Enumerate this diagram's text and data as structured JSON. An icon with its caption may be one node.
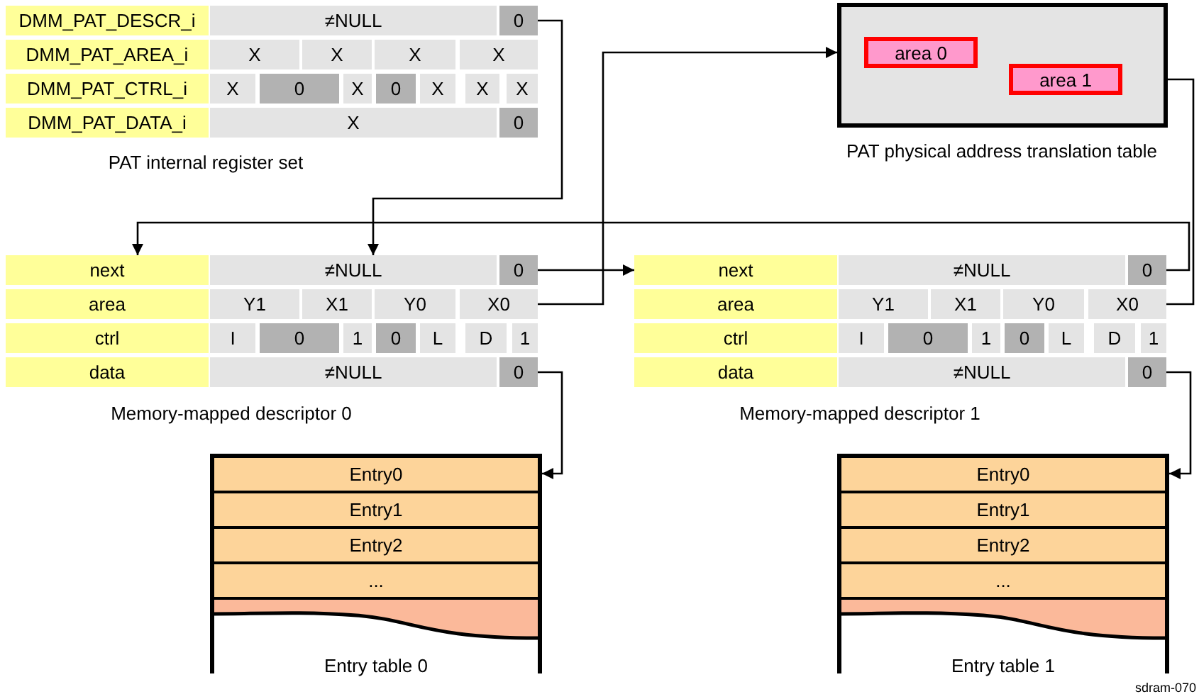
{
  "diagram": {
    "nodes": [
      {
        "text": [],
        "shape": "box",
        "beside": [
          "PAT internal register set"
        ]
      },
      {
        "text": [
          "DMM_PAT_DESCR_i"
        ],
        "in": 0
      },
      {
        "text": [
          "≠NULL"
        ],
        "in": 0
      },
      {
        "text": [
          "0"
        ],
        "in": 0
      },
      {
        "text": [
          "DMM_PAT_AREA_i"
        ],
        "in": 0
      },
      {
        "text": [
          "X"
        ],
        "in": 0
      },
      {
        "text": [
          "X"
        ],
        "in": 0
      },
      {
        "text": [
          "X"
        ],
        "in": 0
      },
      {
        "text": [
          "X"
        ],
        "in": 0
      },
      {
        "text": [
          "DMM_PAT_CTRL_i"
        ],
        "in": 0
      },
      {
        "text": [
          "X"
        ],
        "in": 0
      },
      {
        "text": [
          "0"
        ],
        "in": 0
      },
      {
        "text": [
          "X"
        ],
        "in": 0
      },
      {
        "text": [
          "0"
        ],
        "in": 0
      },
      {
        "text": [
          "X"
        ],
        "in": 0
      },
      {
        "text": [
          "X"
        ],
        "in": 0
      },
      {
        "text": [
          "X"
        ],
        "in": 0
      },
      {
        "text": [
          "DMM_PAT_DATA_i"
        ],
        "in": 0
      },
      {
        "text": [
          "X"
        ],
        "in": 0
      },
      {
        "text": [
          "0"
        ],
        "in": 0
      },
      {
        "text": [],
        "shape": "box",
        "beside": [
          "PAT physical address translation table"
        ]
      },
      {
        "text": [
          "area 0"
        ],
        "in": 20
      },
      {
        "text": [
          "area 1"
        ],
        "in": 20
      },
      {
        "text": [],
        "shape": "box",
        "beside": [
          "Memory-mapped descriptor 0"
        ]
      },
      {
        "text": [
          "next"
        ],
        "in": 23
      },
      {
        "text": [
          "≠NULL"
        ],
        "in": 23
      },
      {
        "text": [
          "0"
        ],
        "in": 23
      },
      {
        "text": [
          "area"
        ],
        "in": 23
      },
      {
        "text": [
          "Y1"
        ],
        "in": 23
      },
      {
        "text": [
          "X1"
        ],
        "in": 23
      },
      {
        "text": [
          "Y0"
        ],
        "in": 23
      },
      {
        "text": [
          "X0"
        ],
        "in": 23
      },
      {
        "text": [
          "ctrl"
        ],
        "in": 23
      },
      {
        "text": [
          "I"
        ],
        "in": 23
      },
      {
        "text": [
          "0"
        ],
        "in": 23
      },
      {
        "text": [
          "1"
        ],
        "in": 23
      },
      {
        "text": [
          "0"
        ],
        "in": 23
      },
      {
        "text": [
          "L"
        ],
        "in": 23
      },
      {
        "text": [
          "D"
        ],
        "in": 23
      },
      {
        "text": [
          "1"
        ],
        "in": 23
      },
      {
        "text": [
          "data"
        ],
        "in": 23
      },
      {
        "text": [
          "≠NULL"
        ],
        "in": 23
      },
      {
        "text": [
          "0"
        ],
        "in": 23
      },
      {
        "text": [],
        "shape": "box",
        "beside": [
          "Memory-mapped descriptor 1"
        ]
      },
      {
        "text": [
          "next"
        ],
        "in": 43
      },
      {
        "text": [
          "≠NULL"
        ],
        "in": 43
      },
      {
        "text": [
          "0"
        ],
        "in": 43
      },
      {
        "text": [
          "area"
        ],
        "in": 43
      },
      {
        "text": [
          "Y1"
        ],
        "in": 43
      },
      {
        "text": [
          "X1"
        ],
        "in": 43
      },
      {
        "text": [
          "Y0"
        ],
        "in": 43
      },
      {
        "text": [
          "X0"
        ],
        "in": 43
      },
      {
        "text": [
          "ctrl"
        ],
        "in": 43
      },
      {
        "text": [
          "I"
        ],
        "in": 43
      },
      {
        "text": [
          "0"
        ],
        "in": 43
      },
      {
        "text": [
          "1"
        ],
        "in": 43
      },
      {
        "text": [
          "0"
        ],
        "in": 43
      },
      {
        "text": [
          "L"
        ],
        "in": 43
      },
      {
        "text": [
          "D"
        ],
        "in": 43
      },
      {
        "text": [
          "1"
        ],
        "in": 43
      },
      {
        "text": [
          "data"
        ],
        "in": 43
      },
      {
        "text": [
          "≠NULL"
        ],
        "in": 43
      },
      {
        "text": [
          "0"
        ],
        "in": 43
      },
      {
        "text": [],
        "shape": "box",
        "beside": [
          "Entry table 0"
        ]
      },
      {
        "text": [
          "Entry0"
        ],
        "in": 63
      },
      {
        "text": [
          "Entry1"
        ],
        "in": 63
      },
      {
        "text": [
          "Entry2"
        ],
        "in": 63
      },
      {
        "text": [
          "..."
        ],
        "in": 63
      },
      {
        "text": [],
        "shape": "box",
        "beside": [
          "Entry table 1"
        ]
      },
      {
        "text": [
          "Entry0"
        ],
        "in": 68
      },
      {
        "text": [
          "Entry1"
        ],
        "in": 68
      },
      {
        "text": [
          "Entry2"
        ],
        "in": 68
      },
      {
        "text": [
          "..."
        ],
        "in": 68
      }
    ],
    "edges": [
      {
        "from": 3,
        "to": 25,
        "arrow": "to"
      },
      {
        "from": 26,
        "to": 44,
        "arrow": "to"
      },
      {
        "from": 46,
        "to": 24,
        "arrow": "to"
      },
      {
        "from": 31,
        "to": 20,
        "arrow": "to"
      },
      {
        "from": 51,
        "to": 22,
        "arrow": "to"
      },
      {
        "from": 42,
        "to": 64,
        "arrow": "to"
      },
      {
        "from": 62,
        "to": 69,
        "arrow": "to"
      }
    ],
    "labels": [
      "sdram-070"
    ]
  }
}
